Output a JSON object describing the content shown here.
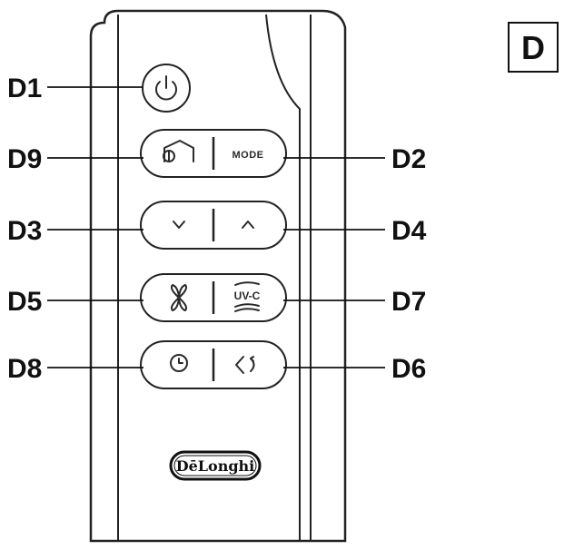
{
  "section_label": "D",
  "buttons": {
    "d1": {
      "callout": "D1",
      "icon": "power-icon"
    },
    "d9": {
      "callout": "D9",
      "icon": "leaf-house-icon"
    },
    "d2": {
      "callout": "D2",
      "label": "MODE"
    },
    "d3": {
      "callout": "D3",
      "icon": "chevron-down-icon"
    },
    "d4": {
      "callout": "D4",
      "icon": "chevron-up-icon"
    },
    "d5": {
      "callout": "D5",
      "icon": "fan-icon"
    },
    "d7": {
      "callout": "D7",
      "label": "UV-C"
    },
    "d8": {
      "callout": "D8",
      "icon": "clock-icon"
    },
    "d6": {
      "callout": "D6",
      "icon": "swing-icon"
    }
  },
  "brand": {
    "logo_text": "DēLonghi"
  },
  "colors": {
    "outline": "#222222",
    "text": "#111111",
    "background": "#ffffff"
  }
}
